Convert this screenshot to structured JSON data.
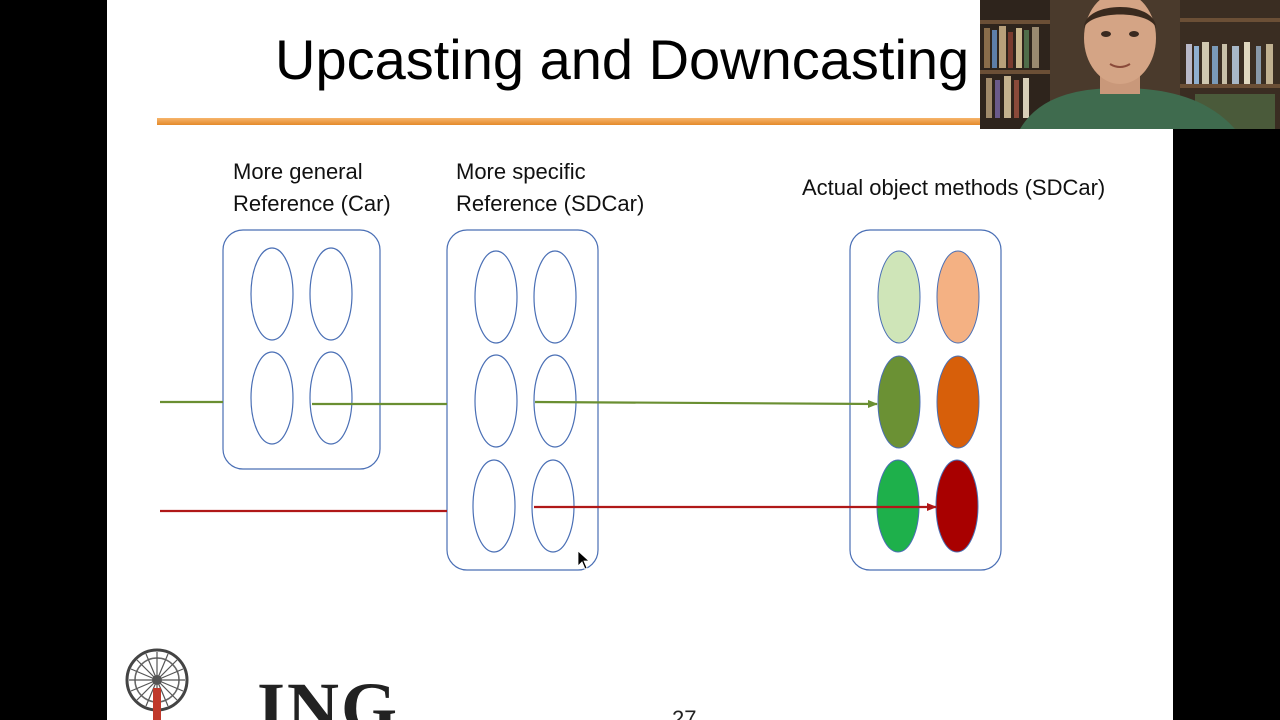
{
  "slide": {
    "title": "Upcasting and Downcasting",
    "page_number": "27"
  },
  "labels": {
    "general_ref_line1": "More general",
    "general_ref_line2": "Reference (Car)",
    "specific_ref_line1": "More specific",
    "specific_ref_line2": "Reference (SDCar)",
    "actual_object": "Actual object methods (SDCar)"
  },
  "logo": {
    "text": "ING"
  },
  "colors": {
    "title_rule": "#e48a2a",
    "box_border": "#4a6fb5",
    "green_arrow": "#6a8f32",
    "red_arrow": "#b01818",
    "method_light_green": "#cfe5b8",
    "method_light_orange": "#f4b183",
    "method_olive_green": "#6b9134",
    "method_dark_orange": "#d75f0a",
    "method_green": "#1eb04b",
    "method_dark_red": "#a80000"
  }
}
